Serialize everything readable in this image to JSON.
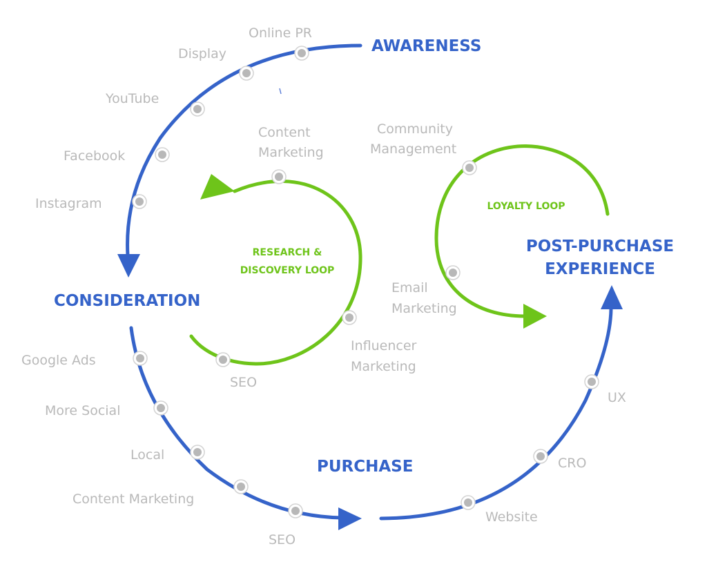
{
  "colors": {
    "journey": "#3563c9",
    "loop": "#6ec41a",
    "channel_text": "#b9b9b9",
    "node_fill": "#b8b8b8"
  },
  "stages": {
    "awareness": "AWARENESS",
    "consideration": "CONSIDERATION",
    "purchase": "PURCHASE",
    "post_purchase_line1": "POST-PURCHASE",
    "post_purchase_line2": "EXPERIENCE"
  },
  "loops": {
    "research_line1": "RESEARCH &",
    "research_line2": "DISCOVERY LOOP",
    "loyalty": "LOYALTY LOOP"
  },
  "channels": {
    "awareness": [
      "Online PR",
      "Display",
      "YouTube",
      "Facebook",
      "Instagram"
    ],
    "consideration": [
      "Google Ads",
      "More Social",
      "Local",
      "Content Marketing",
      "SEO"
    ],
    "post_purchase": [
      "Website",
      "CRO",
      "UX"
    ],
    "research": {
      "content_line1": "Content",
      "content_line2": "Marketing",
      "influencer_line1": "Influencer",
      "influencer_line2": "Marketing",
      "seo": "SEO"
    },
    "loyalty": {
      "community_line1": "Community",
      "community_line2": "Management",
      "email_line1": "Email",
      "email_line2": "Marketing"
    }
  }
}
